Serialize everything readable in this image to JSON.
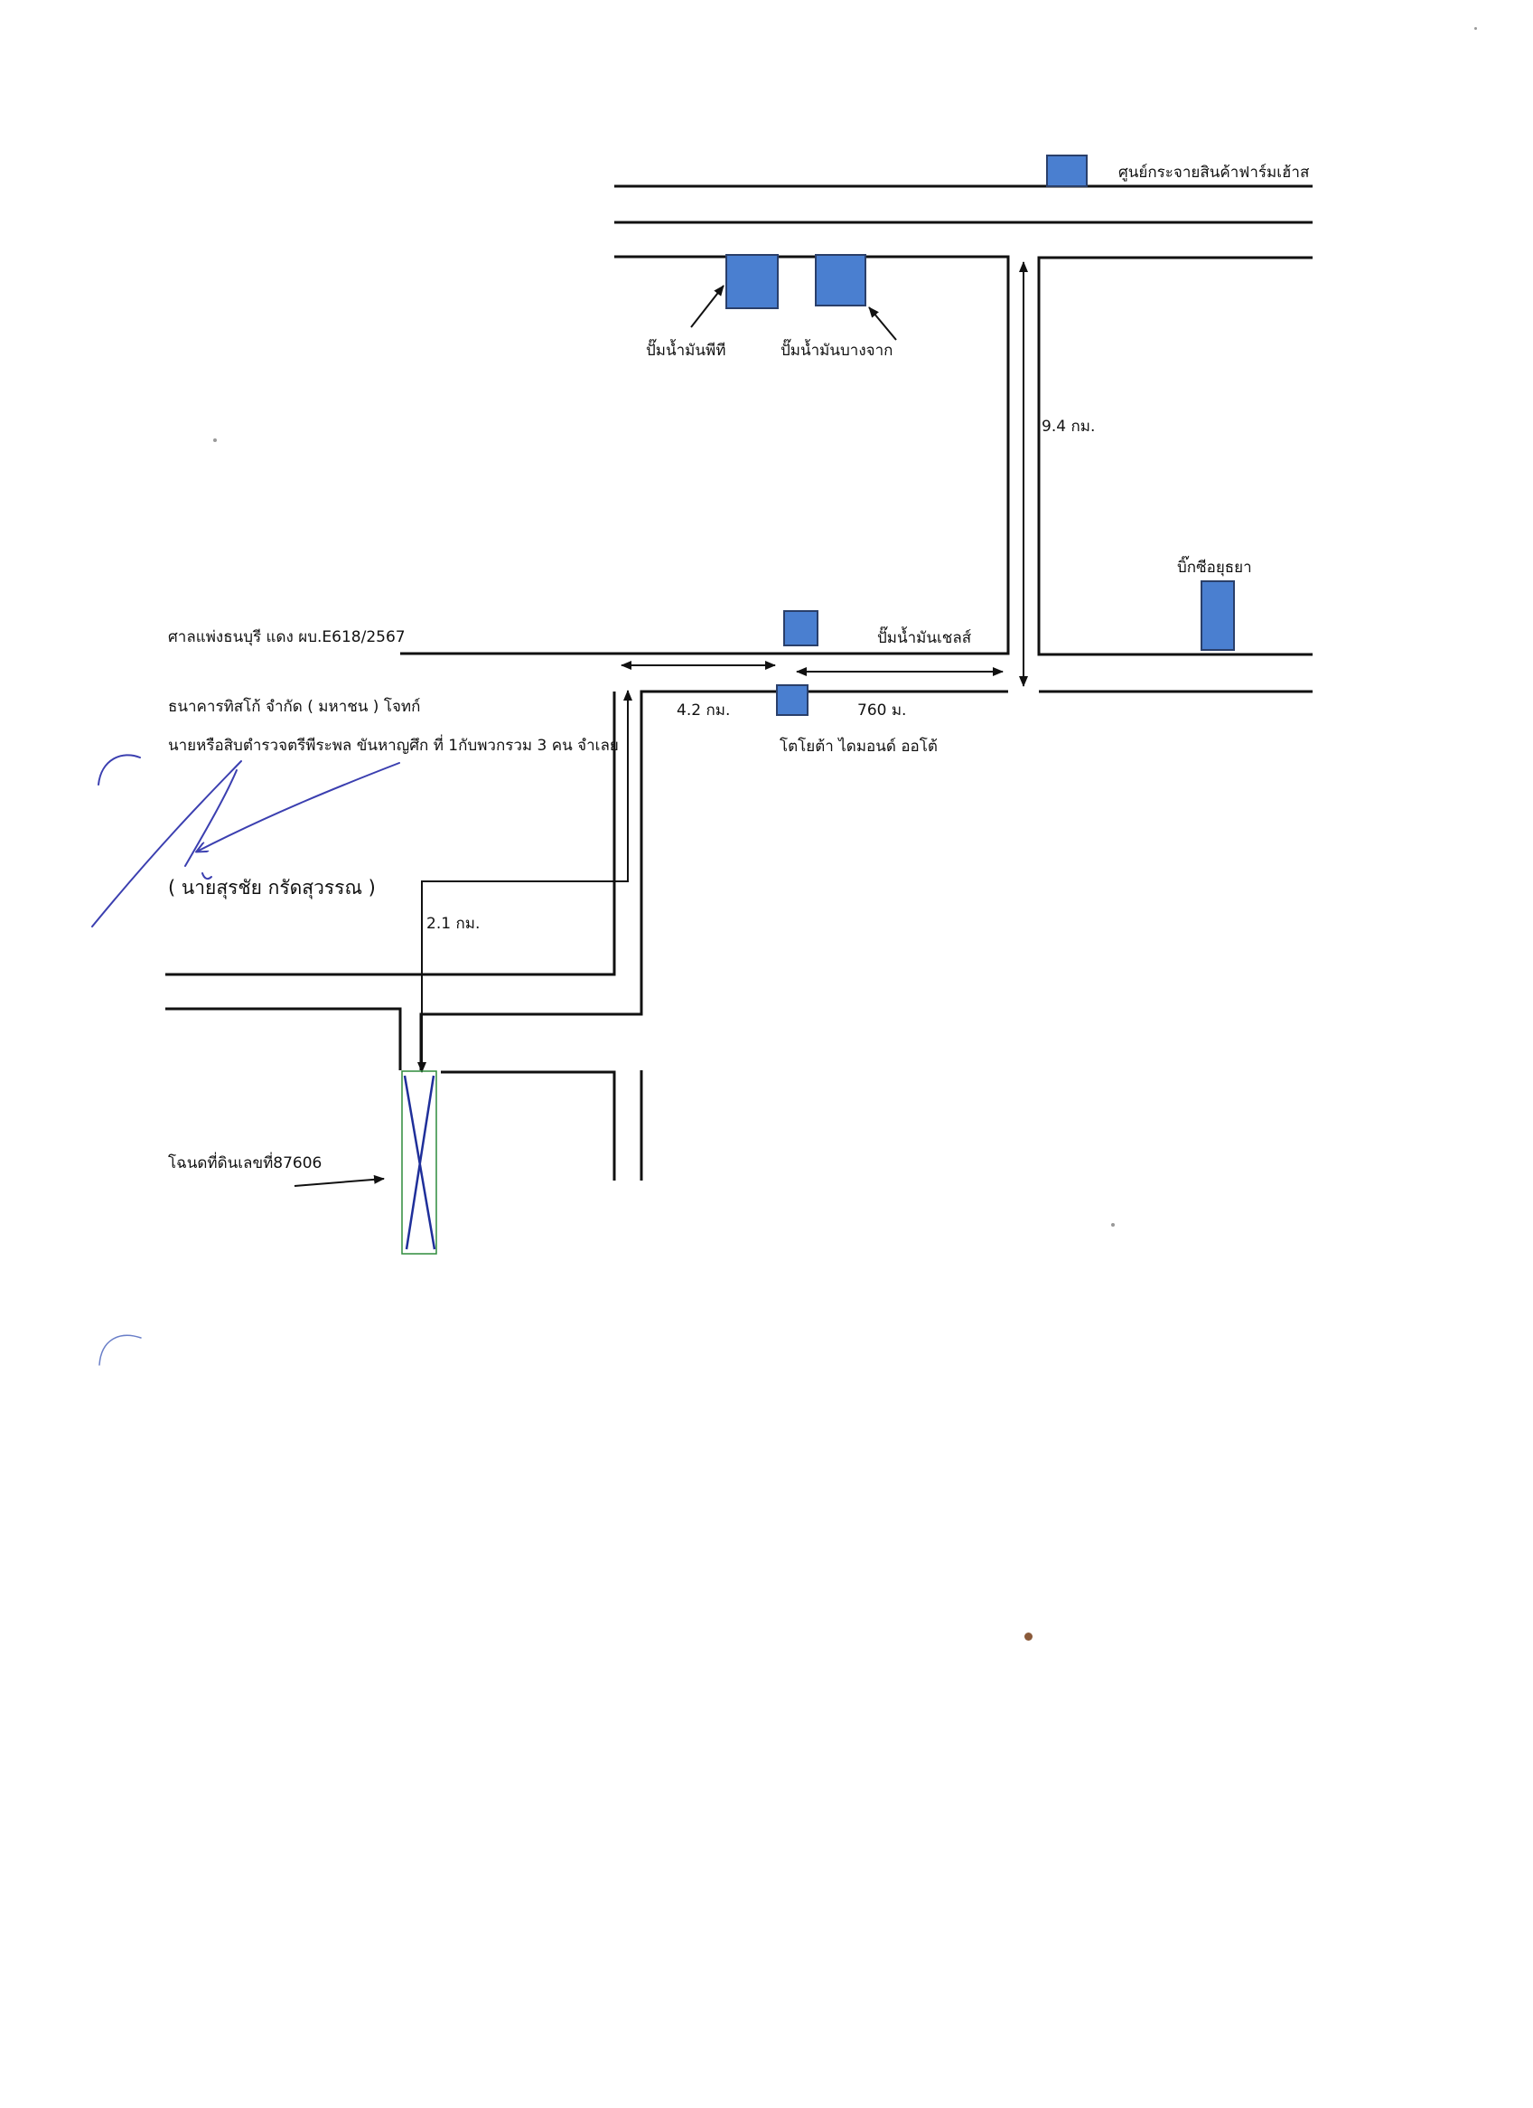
{
  "colors": {
    "road": "#111111",
    "landmark_fill": "#4a7fd0",
    "landmark_border": "#2a3f6a",
    "pen_blue": "#3b3fb0",
    "plot_border": "#2e8b3c",
    "plot_cross": "#1f2f9a"
  },
  "landmarks": {
    "farm_center": "ศูนย์กระจายสินค้าฟาร์มเฮ้าส",
    "pt_station": "ปั๊มน้ำมันพีที",
    "bangchak_station": "ปั๊มน้ำมันบางจาก",
    "big_c": "บิ๊กซีอยุธยา",
    "shell_station": "ปั๊มน้ำมันเชลส์",
    "toyota": "โตโยต้า ไดมอนด์ ออโต้"
  },
  "distances": {
    "vertical_road": "9.4 กม.",
    "west_segment": "4.2 กม.",
    "east_segment": "760 ม.",
    "side_road": "2.1 กม."
  },
  "case_info": {
    "court": "ศาลแพ่งธนบุรี แดง ผบ.E618/2567",
    "plaintiff": "ธนาคารทิสโก้ จำกัด ( มหาชน )  โจทก์",
    "defendants": "นายหรือสิบตำรวจตรีพีระพล ขันหาญศึก ที่ 1กับพวกรวม 3 คน จำเลย",
    "signer": "( นายสุรชัย กรัดสุวรรณ )",
    "land_deed": "โฉนดที่ดินเลขที่87606"
  }
}
